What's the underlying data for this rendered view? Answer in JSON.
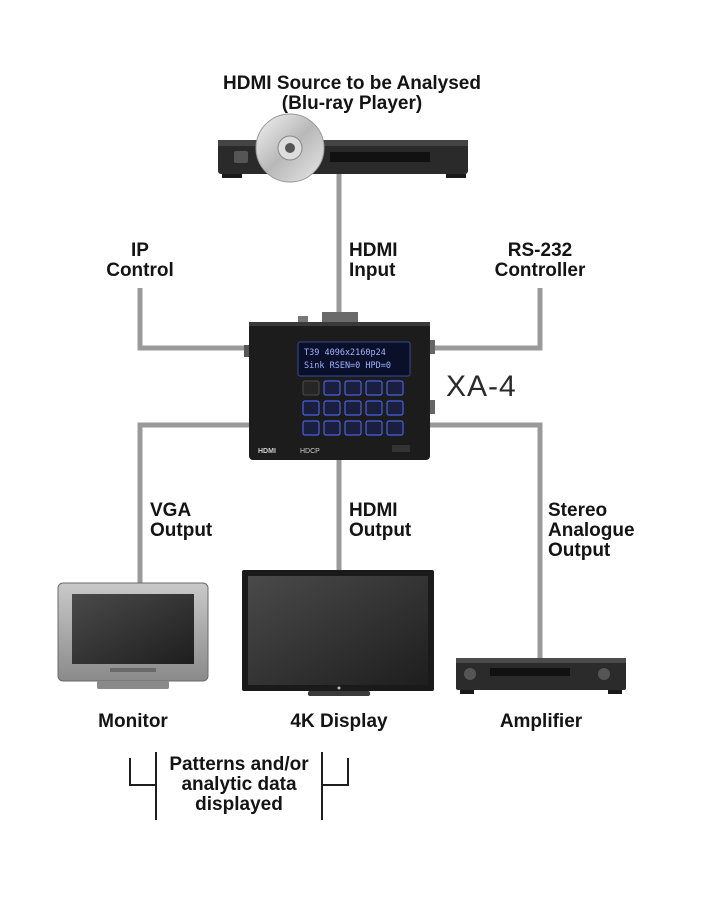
{
  "title": {
    "line1": "HDMI Source to be Analysed",
    "line2": "(Blu-ray Player)"
  },
  "device": {
    "name": "XA-4",
    "lcd": {
      "line1": "T39 4096x2160p24",
      "line2": "Sink RSEN=0  HPD=0"
    },
    "badge_hdmi": "HDMI",
    "badge_hdcp": "HDCP"
  },
  "connections": {
    "ip": {
      "line1": "IP",
      "line2": "Control"
    },
    "hdmi_input": {
      "line1": "HDMI",
      "line2": "Input"
    },
    "rs232": {
      "line1": "RS-232",
      "line2": "Controller"
    },
    "vga": {
      "line1": "VGA",
      "line2": "Output"
    },
    "hdmi_output": {
      "line1": "HDMI",
      "line2": "Output"
    },
    "stereo": {
      "line1": "Stereo",
      "line2": "Analogue",
      "line3": "Output"
    }
  },
  "endpoints": {
    "monitor": "Monitor",
    "display": "4K Display",
    "amplifier": "Amplifier"
  },
  "bracket_note": {
    "line1": "Patterns and/or",
    "line2": "analytic data",
    "line3": "displayed"
  },
  "colors": {
    "line": "#9a9a9a",
    "device": "#1c1c1c",
    "key": "#4a5fe0"
  }
}
